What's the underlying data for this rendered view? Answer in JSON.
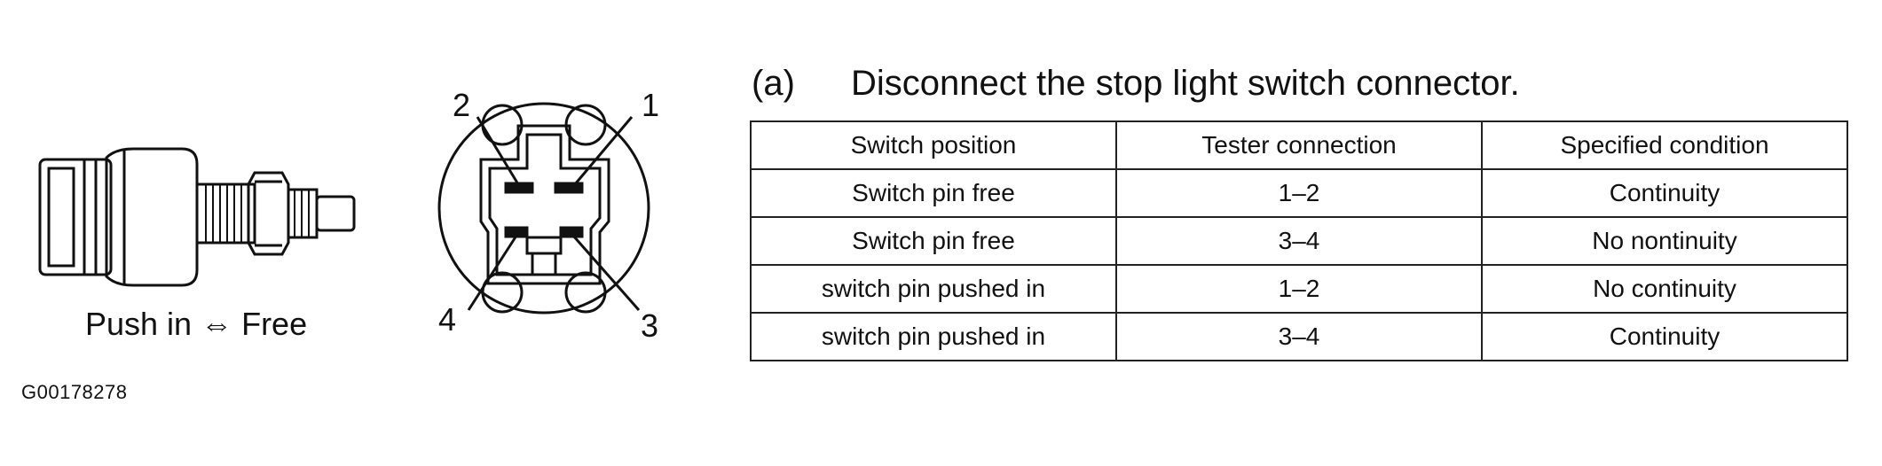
{
  "switch_illustration": {
    "caption": "Push in ⇔ Free"
  },
  "connector": {
    "pin_labels": [
      "1",
      "2",
      "3",
      "4"
    ]
  },
  "figure_id": "G00178278",
  "instruction": {
    "step": "(a)",
    "text": "Disconnect the stop light switch connector."
  },
  "table": {
    "headers": [
      "Switch position",
      "Tester connection",
      "Specified condition"
    ],
    "rows": [
      [
        "Switch pin free",
        "1–2",
        "Continuity"
      ],
      [
        "Switch pin free",
        "3–4",
        "No nontinuity"
      ],
      [
        "switch pin pushed in",
        "1–2",
        "No continuity"
      ],
      [
        "switch pin pushed in",
        "3–4",
        "Continuity"
      ]
    ]
  }
}
